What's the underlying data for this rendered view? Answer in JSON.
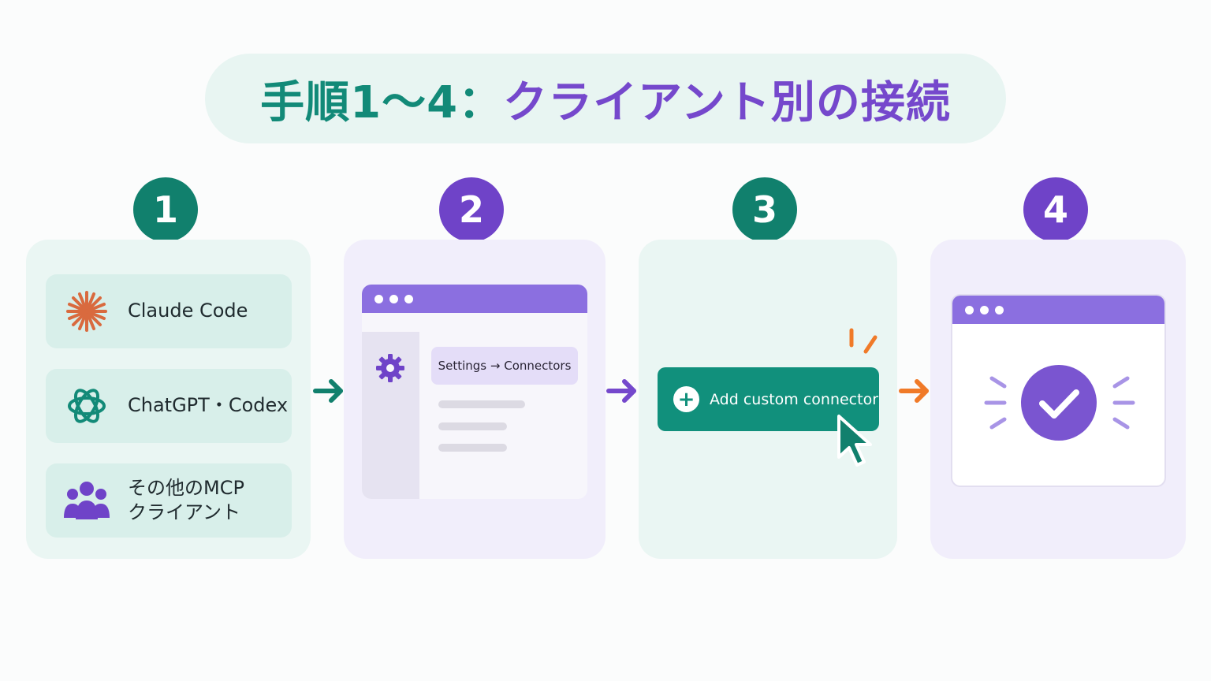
{
  "title": {
    "teal_part": "手順1〜4：",
    "purple_part": "クライアント別の接続"
  },
  "steps": [
    {
      "number": "1"
    },
    {
      "number": "2"
    },
    {
      "number": "3"
    },
    {
      "number": "4"
    }
  ],
  "clients": [
    {
      "label": "Claude Code",
      "icon": "claude-sunburst-icon"
    },
    {
      "label": "ChatGPT・Codex",
      "icon": "openai-knot-icon"
    },
    {
      "label_line1": "その他のMCP",
      "label_line2": "クライアント",
      "icon": "users-group-icon"
    }
  ],
  "step2": {
    "menu_path": "Settings → Connectors",
    "icon": "gear-icon"
  },
  "step3": {
    "button_label": "Add custom connector",
    "icon": "plus-icon",
    "cursor": "mouse-pointer-icon"
  },
  "step4": {
    "icon": "check-circle-icon"
  },
  "colors": {
    "teal": "#11806d",
    "purple": "#6f43c8",
    "orange": "#f07a28",
    "claude_orange": "#d96a3e"
  }
}
